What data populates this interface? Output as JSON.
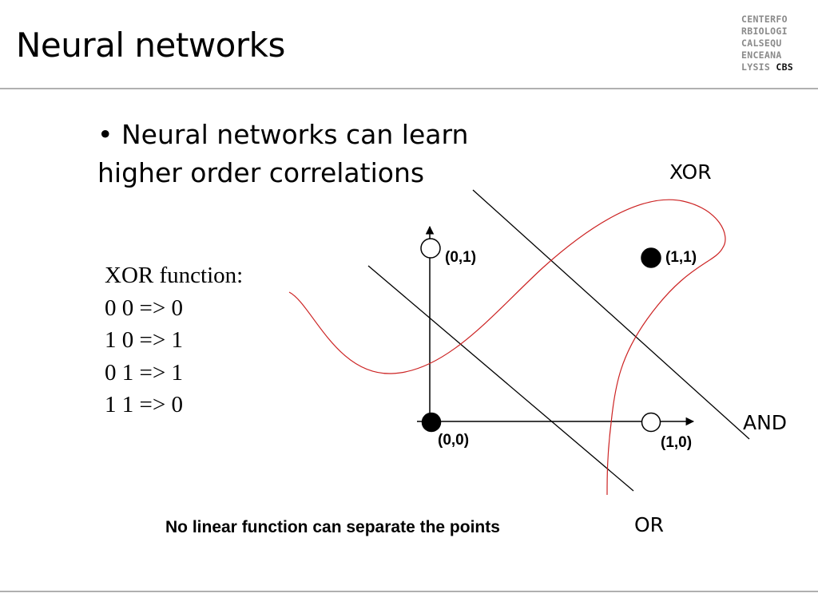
{
  "slide": {
    "title": "Neural networks",
    "logo": {
      "rows": [
        "CENTERFO",
        "RBIOLOGI",
        "CALSEQU",
        "ENCEANA",
        "LYSIS"
      ],
      "brand": "CBS"
    },
    "bullet": "• Neural networks can learn higher order correlations",
    "xor_function": {
      "heading": "XOR function:",
      "rows": [
        "0 0 => 0",
        "1 0 => 1",
        "0 1 => 1",
        "1 1 => 0"
      ]
    },
    "caption": "No linear function can separate the points"
  },
  "diagram": {
    "points": [
      {
        "label": "(0,0)",
        "filled": true
      },
      {
        "label": "(1,0)",
        "filled": false
      },
      {
        "label": "(0,1)",
        "filled": false
      },
      {
        "label": "(1,1)",
        "filled": true
      }
    ],
    "line_labels": {
      "xor": "XOR",
      "and": "AND",
      "or": "OR"
    },
    "colors": {
      "curve": "#cc2222",
      "ink": "#000000"
    }
  }
}
